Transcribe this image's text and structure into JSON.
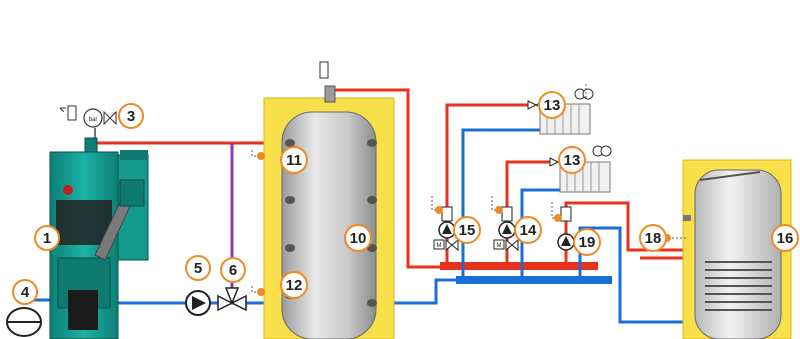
{
  "diagram": {
    "colors": {
      "hot": "#e8321e",
      "cold": "#1a6fd6",
      "mixed": "#8a3aa0",
      "insulation": "#f7e04a",
      "boiler": "#14a59a",
      "badge": "#f08a24"
    },
    "labels": {
      "boiler": "1",
      "manometer": "3",
      "expansion": "4",
      "pump": "5",
      "valve": "6",
      "buffer": "10",
      "sensor_top": "11",
      "sensor_bottom": "12",
      "radiator_top": "13",
      "radiator_mid": "13",
      "pump_b": "14",
      "pump_a": "15",
      "water_heater": "16",
      "sensor_dhw": "18",
      "pump_c": "19",
      "bar_unit": "bar",
      "mixer_m_a": "M",
      "mixer_m_b": "M"
    }
  }
}
